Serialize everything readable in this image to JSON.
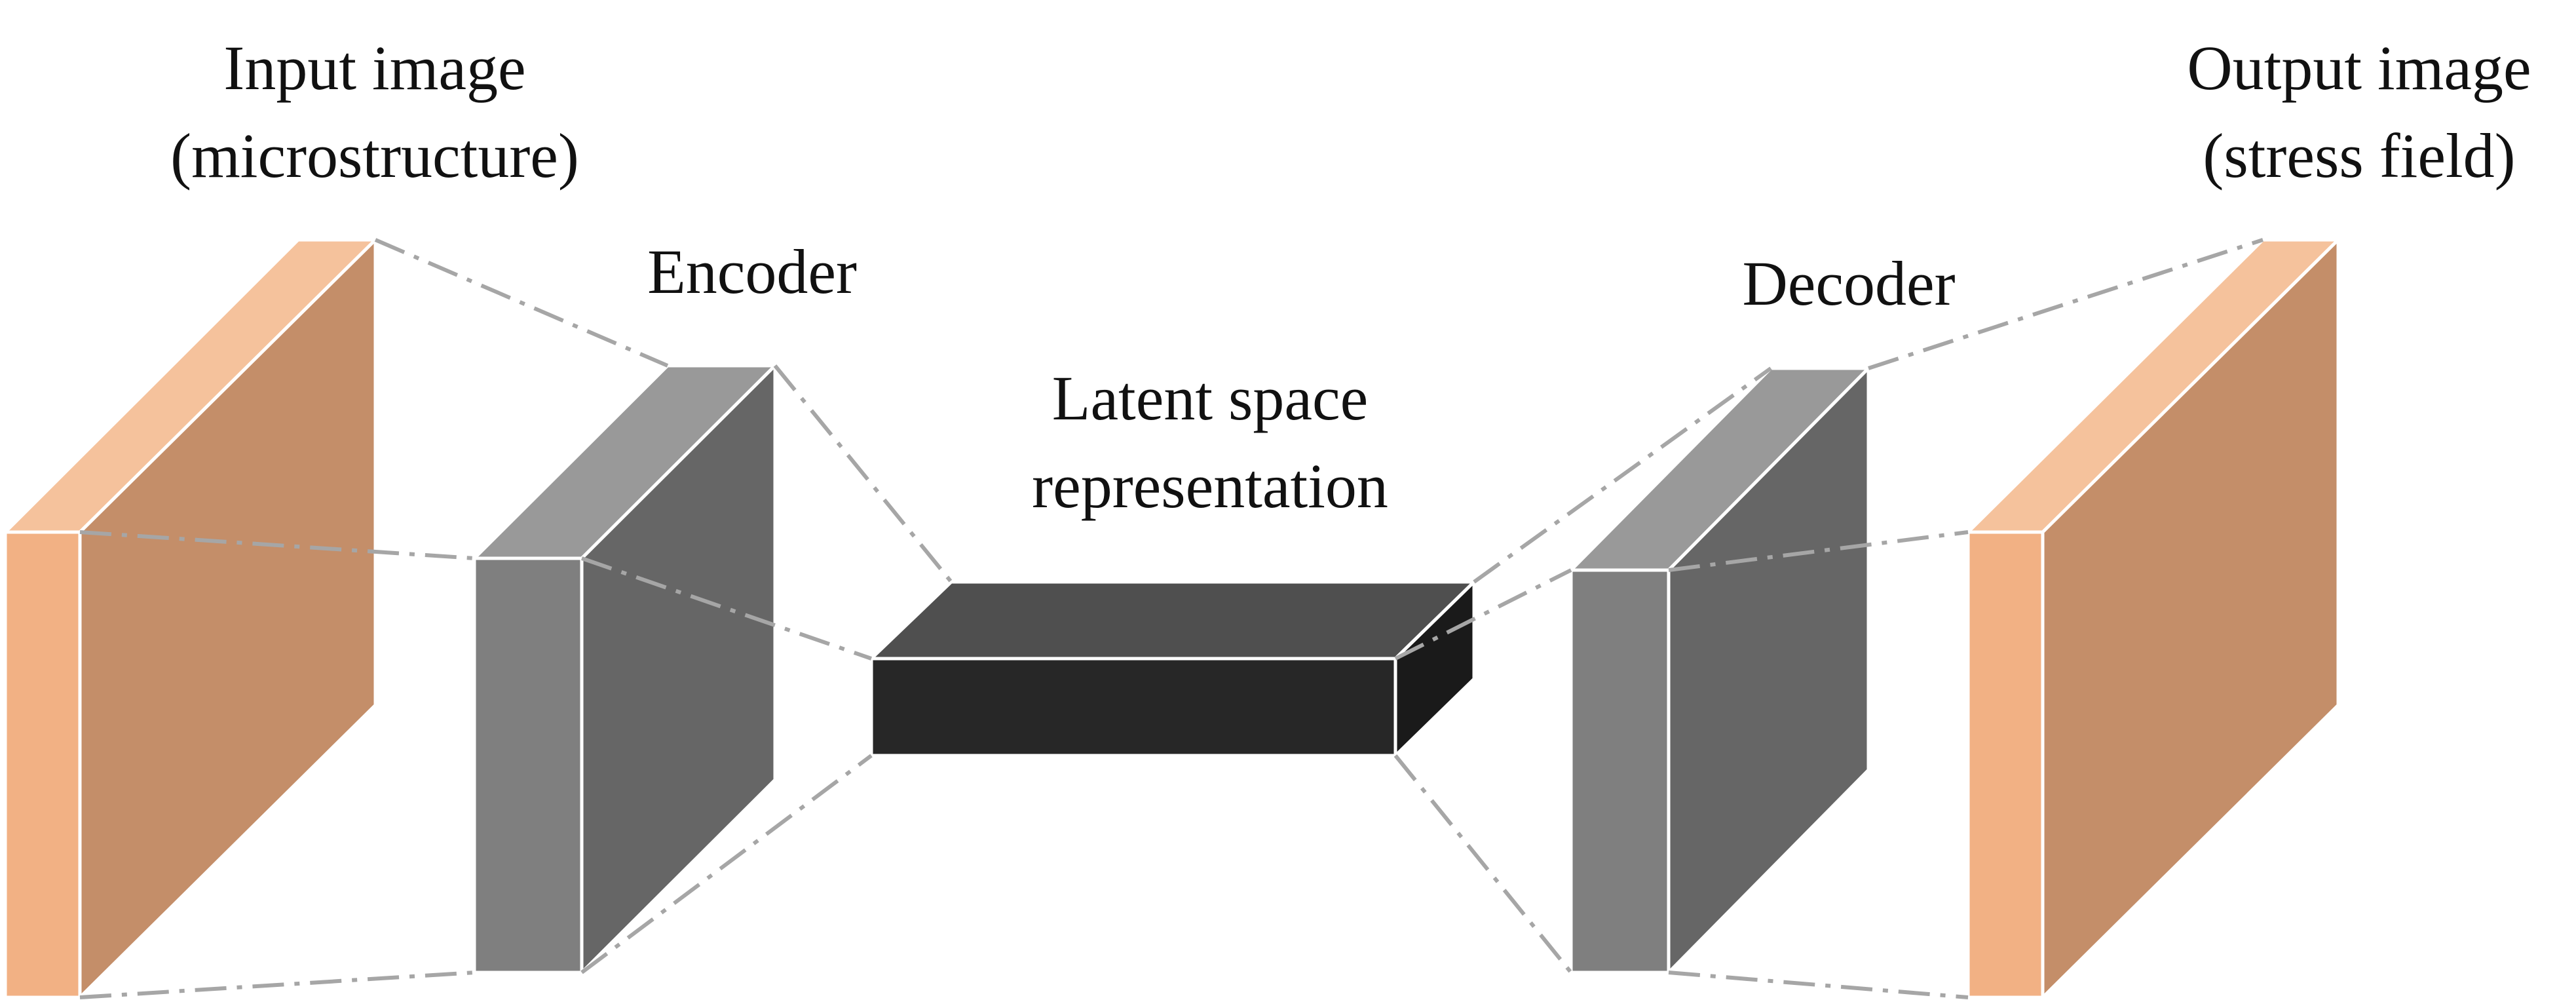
{
  "labels": {
    "input_line1": "Input image",
    "input_line2": "(microstructure)",
    "encoder": "Encoder",
    "latent_line1": "Latent space",
    "latent_line2": "representation",
    "decoder": "Decoder",
    "output_line1": "Output image",
    "output_line2": "(stress field)"
  },
  "colors": {
    "image_front": "#f2b184",
    "image_top": "#f5c29c",
    "image_side": "#c48e69",
    "coder_front": "#7f7f7f",
    "coder_top": "#999999",
    "coder_side": "#666666",
    "latent_front": "#272727",
    "latent_top": "#4f4f4f",
    "latent_side": "#1a1a1a",
    "connector": "#a6a6a6"
  }
}
